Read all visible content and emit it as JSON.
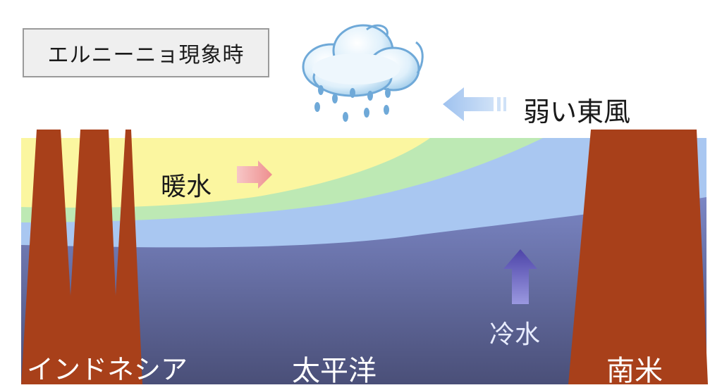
{
  "title": "エルニーニョ現象時",
  "labels": {
    "wind": "弱い東風",
    "warm_water": "暖水",
    "cold_water": "冷水",
    "indonesia": "インドネシア",
    "pacific": "太平洋",
    "south_america": "南米"
  },
  "icons": {
    "cloud": "rain-cloud-icon",
    "wind_arrow": "arrow-left-icon",
    "warm_arrow": "arrow-right-icon",
    "cold_arrow": "arrow-up-icon"
  },
  "colors": {
    "land": "#a8401a",
    "warm_layer": "#fbf6a0",
    "mid_layer": "#bde9b4",
    "cool_layer": "#a9c7f1",
    "deep_top": "#8a97dc",
    "deep_bottom": "#4a4f78",
    "warm_arrow": "#f2a3a3",
    "wind_arrow": "#b3cff2",
    "cold_arrow": "#5850b0"
  }
}
